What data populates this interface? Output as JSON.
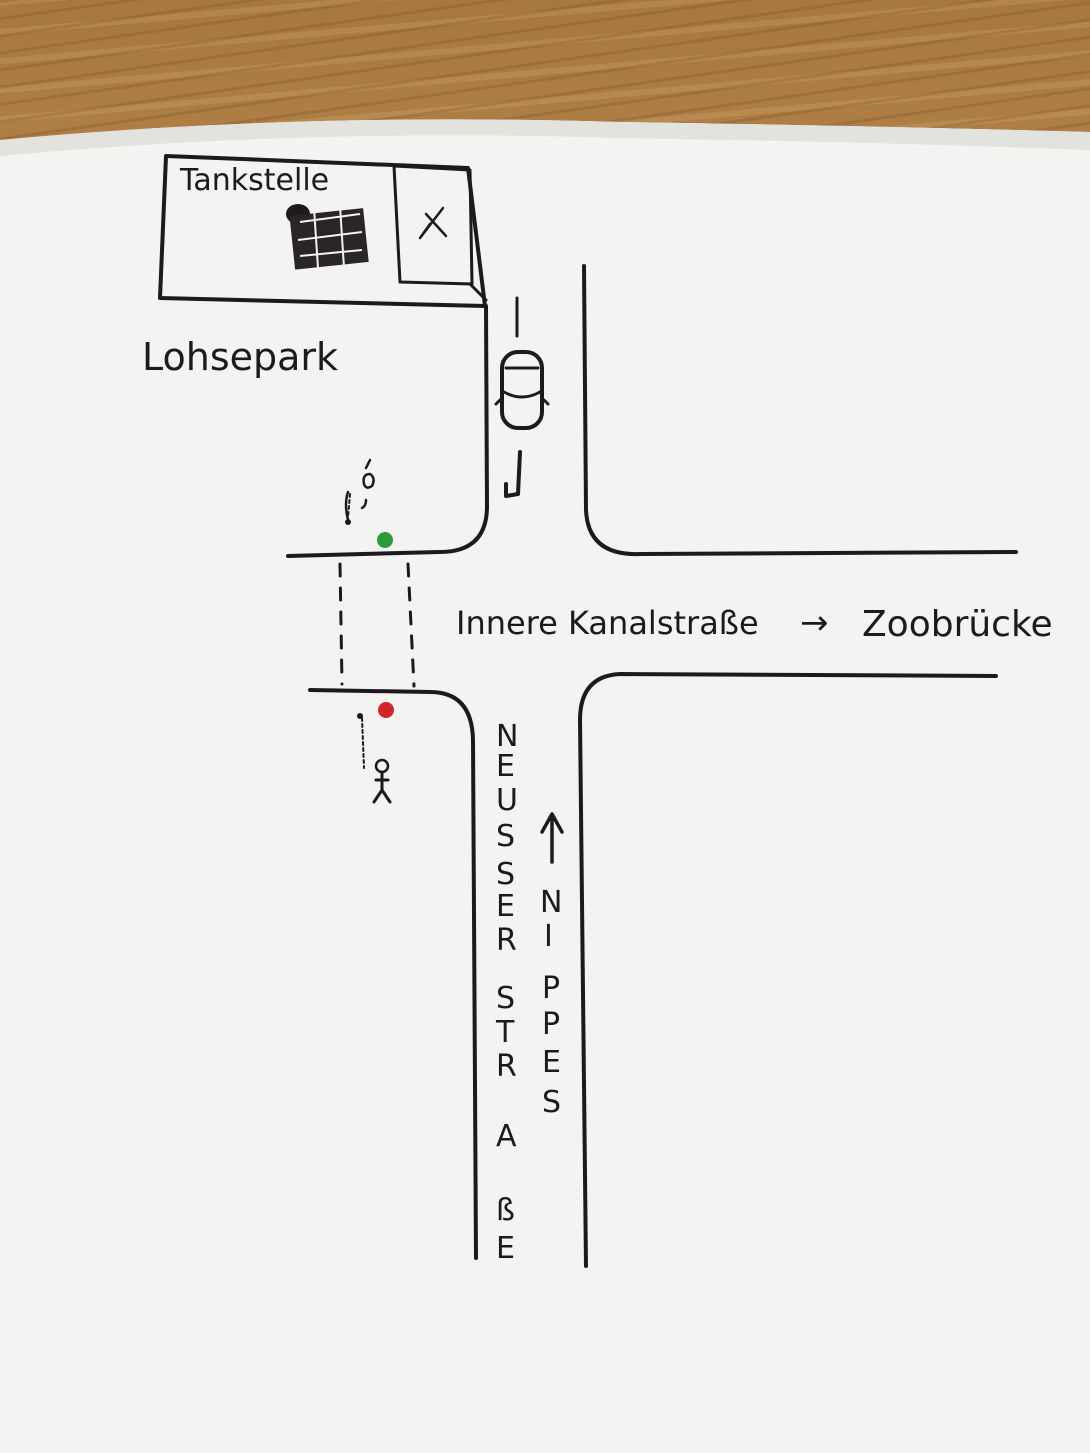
{
  "labels": {
    "gas_station": "Tankstelle",
    "park": "Lohsepark",
    "cross_street": "Innere Kanalstraße",
    "direction_arrow": "→",
    "direction_target": "Zoobrücke",
    "left_street_letters": [
      "N",
      "E",
      "U",
      "S",
      "S",
      "E",
      "R",
      "S",
      "T",
      "R",
      "A",
      "ß",
      "E"
    ],
    "right_street_letters": [
      "N",
      "I",
      "P",
      "P",
      "E",
      "S"
    ]
  },
  "colors": {
    "ink": "#1c1a1e",
    "paper": "#f3f3f1",
    "traffic_light_go": "#2e9a3c",
    "traffic_light_stop": "#d3262a"
  }
}
